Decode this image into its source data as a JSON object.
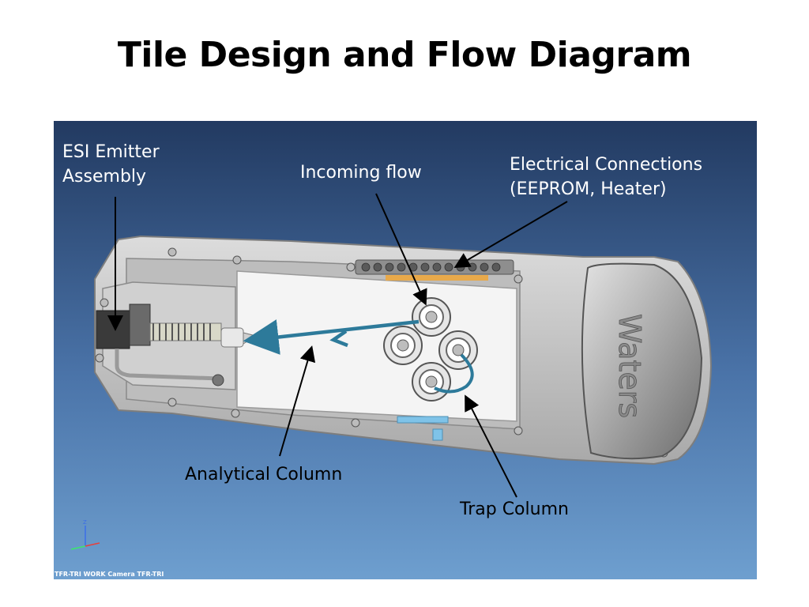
{
  "slide": {
    "title": "Tile Design and Flow Diagram"
  },
  "labels": {
    "esi_emitter_line1": "ESI Emitter",
    "esi_emitter_line2": "Assembly",
    "incoming_flow": "Incoming flow",
    "electrical_line1": "Electrical Connections",
    "electrical_line2": "(EEPROM, Heater)",
    "analytical_column": "Analytical Column",
    "trap_column": "Trap Column"
  },
  "render": {
    "brand_text": "Waters",
    "camera_caption": "TFR-TRI WORK Camera TFR-TRI",
    "axis_z_label": "Z"
  },
  "colors": {
    "bg_top": "#223a61",
    "bg_bottom": "#6e9fcf",
    "flow_path": "#2d7a9a",
    "heater_strip": "#e8a94a",
    "tile_body": "#c9c9c9",
    "tile_plate": "#f4f4f4"
  }
}
